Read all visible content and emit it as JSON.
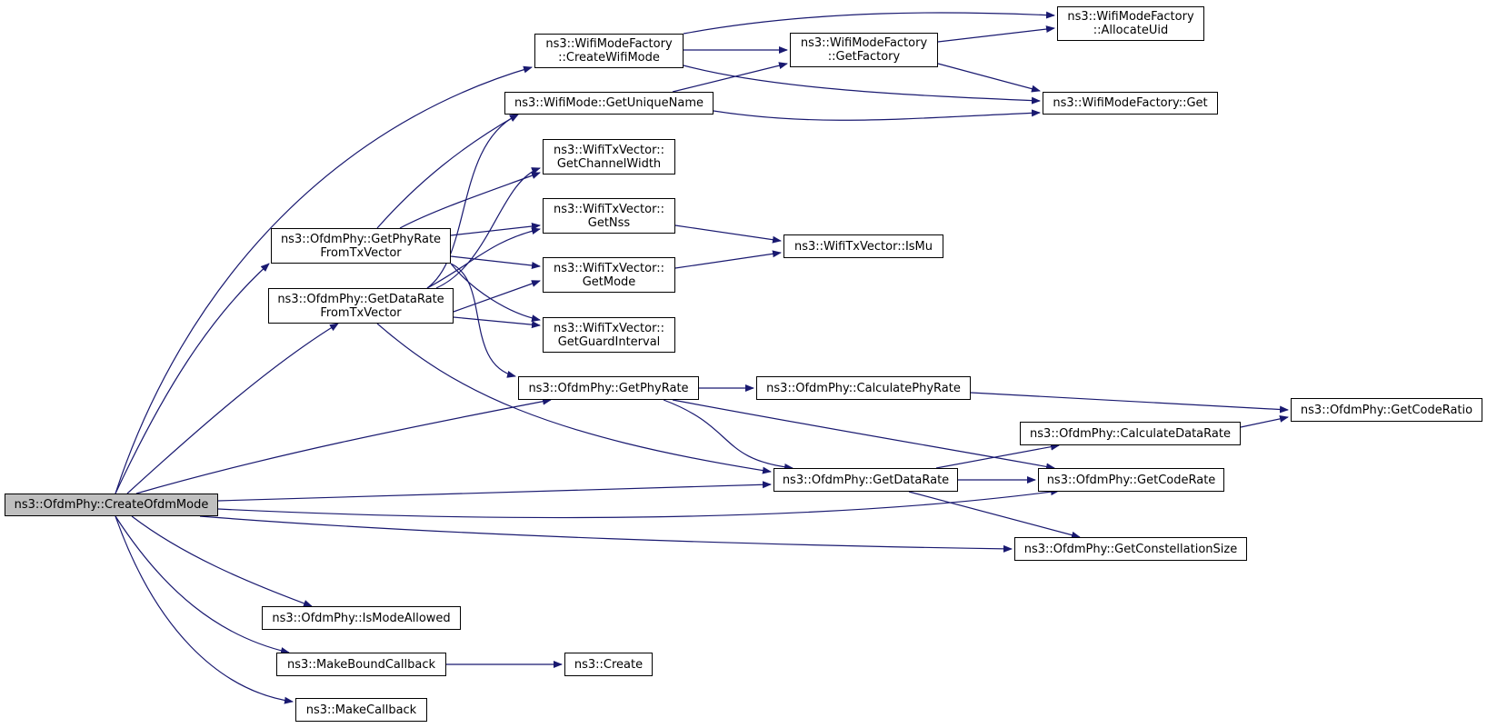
{
  "colors": {
    "edge": "#191970",
    "root_fill": "#bfbfbf",
    "node_fill": "#ffffff",
    "border": "#000000"
  },
  "nodes": {
    "create_ofdm_mode": {
      "lines": [
        "ns3::OfdmPhy::CreateOfdmMode"
      ]
    },
    "create_wifi_mode": {
      "lines": [
        "ns3::WifiModeFactory",
        "::CreateWifiMode"
      ]
    },
    "allocate_uid": {
      "lines": [
        "ns3::WifiModeFactory",
        "::AllocateUid"
      ]
    },
    "get_factory": {
      "lines": [
        "ns3::WifiModeFactory",
        "::GetFactory"
      ]
    },
    "wifi_mode_factory_get": {
      "lines": [
        "ns3::WifiModeFactory::Get"
      ]
    },
    "get_unique_name": {
      "lines": [
        "ns3::WifiMode::GetUniqueName"
      ]
    },
    "get_channel_width": {
      "lines": [
        "ns3::WifiTxVector::",
        "GetChannelWidth"
      ]
    },
    "get_nss": {
      "lines": [
        "ns3::WifiTxVector::",
        "GetNss"
      ]
    },
    "is_mu": {
      "lines": [
        "ns3::WifiTxVector::IsMu"
      ]
    },
    "get_mode": {
      "lines": [
        "ns3::WifiTxVector::",
        "GetMode"
      ]
    },
    "get_guard_interval": {
      "lines": [
        "ns3::WifiTxVector::",
        "GetGuardInterval"
      ]
    },
    "get_phy_rate_from_tx_vector": {
      "lines": [
        "ns3::OfdmPhy::GetPhyRate",
        "FromTxVector"
      ]
    },
    "get_data_rate_from_tx_vector": {
      "lines": [
        "ns3::OfdmPhy::GetDataRate",
        "FromTxVector"
      ]
    },
    "get_phy_rate": {
      "lines": [
        "ns3::OfdmPhy::GetPhyRate"
      ]
    },
    "calculate_phy_rate": {
      "lines": [
        "ns3::OfdmPhy::CalculatePhyRate"
      ]
    },
    "get_code_ratio": {
      "lines": [
        "ns3::OfdmPhy::GetCodeRatio"
      ]
    },
    "calculate_data_rate": {
      "lines": [
        "ns3::OfdmPhy::CalculateDataRate"
      ]
    },
    "get_data_rate": {
      "lines": [
        "ns3::OfdmPhy::GetDataRate"
      ]
    },
    "get_code_rate": {
      "lines": [
        "ns3::OfdmPhy::GetCodeRate"
      ]
    },
    "get_constellation_size": {
      "lines": [
        "ns3::OfdmPhy::GetConstellationSize"
      ]
    },
    "is_mode_allowed": {
      "lines": [
        "ns3::OfdmPhy::IsModeAllowed"
      ]
    },
    "make_bound_callback": {
      "lines": [
        "ns3::MakeBoundCallback"
      ]
    },
    "ns3_create": {
      "lines": [
        "ns3::Create"
      ]
    },
    "make_callback": {
      "lines": [
        "ns3::MakeCallback"
      ]
    }
  }
}
